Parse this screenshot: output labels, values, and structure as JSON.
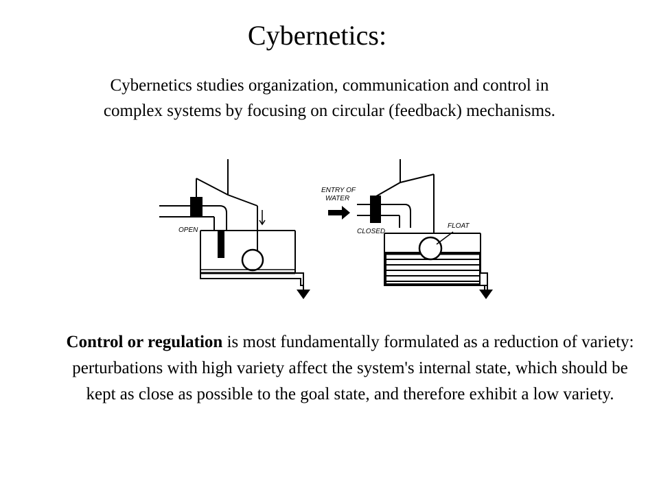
{
  "title": "Cybernetics:",
  "intro": "Cybernetics studies organization, communication and control in complex systems by focusing on circular (feedback) mechanisms.",
  "diagram": {
    "left_labels": {
      "open": "OPEN"
    },
    "right_labels": {
      "entry_line1": "ENTRY OF",
      "entry_line2": "WATER",
      "closed": "CLOSED",
      "float": "FLOAT"
    }
  },
  "body": {
    "emphasis": "Control or regulation",
    "line1_rest": " is most fundamentally formulated as a reduction of variety:",
    "paragraph2": "perturbations with high variety affect the system's internal state, which should be kept as close as possible to the goal state, and therefore exhibit a low variety."
  }
}
